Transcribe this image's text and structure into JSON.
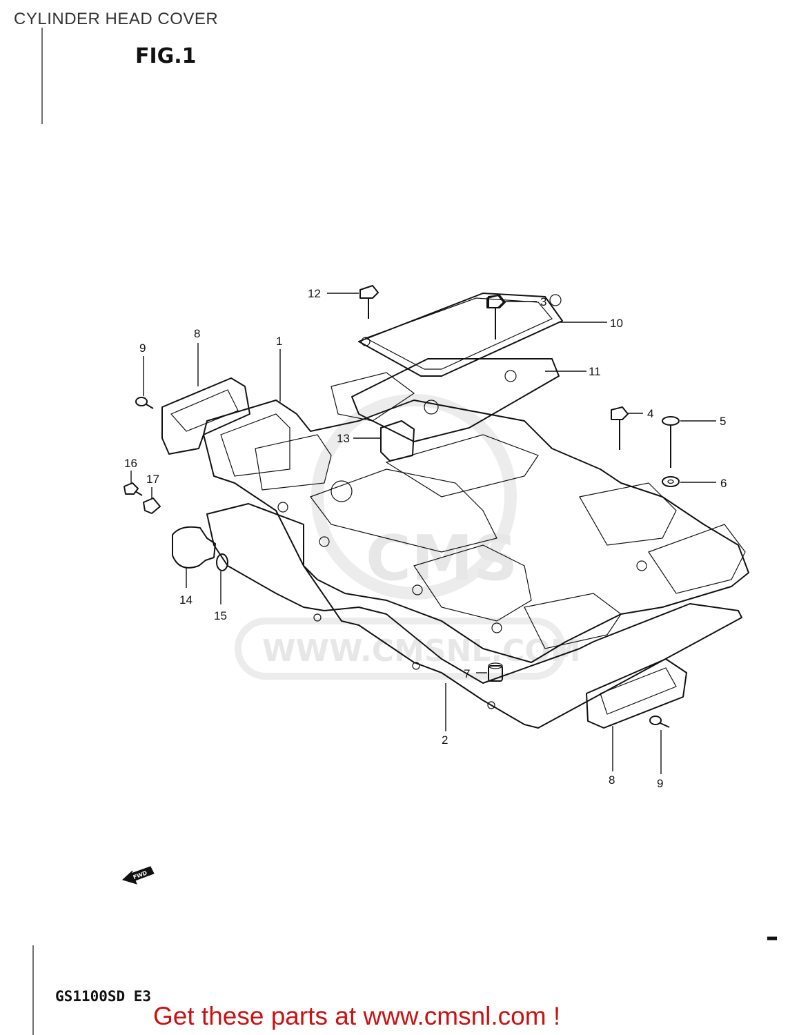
{
  "header": {
    "title": "CYLINDER HEAD COVER"
  },
  "figure": {
    "label": "FIG.1"
  },
  "watermark": {
    "text": "WWW.CMSNL.COM",
    "logo": "CMS"
  },
  "fwd_arrow": {
    "label": "FWD"
  },
  "callouts": {
    "c1": "1",
    "c2": "2",
    "c3": "3",
    "c4": "4",
    "c5": "5",
    "c6": "6",
    "c7": "7",
    "c8a": "8",
    "c8b": "8",
    "c9a": "9",
    "c9b": "9",
    "c10": "10",
    "c11": "11",
    "c12": "12",
    "c13": "13",
    "c14": "14",
    "c15": "15",
    "c16": "16",
    "c17": "17"
  },
  "footer": {
    "model": "GS1100SD  E3",
    "cta": "Get these parts at www.cmsnl.com !",
    "cta_color": "#cc1111"
  }
}
